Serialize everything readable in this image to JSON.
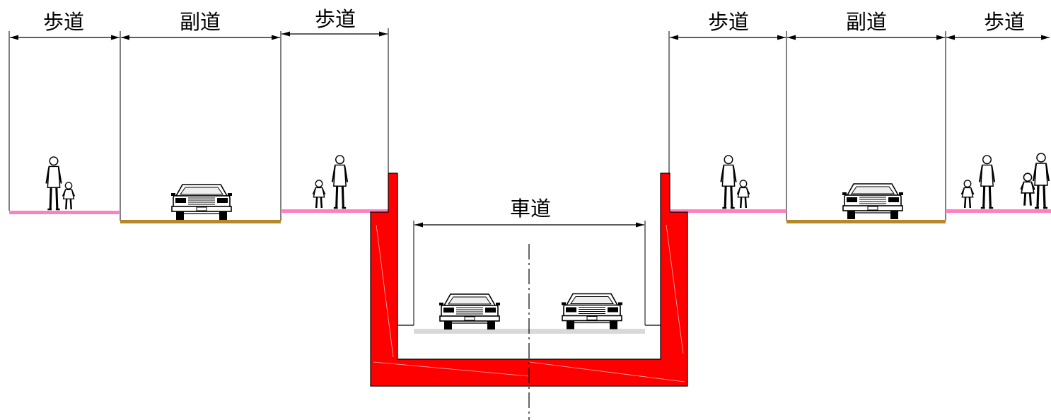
{
  "diagram": {
    "left": {
      "sidewalk_outer": "歩道",
      "side_road": "副道",
      "sidewalk_inner": "歩道"
    },
    "carriageway": "車道",
    "right": {
      "sidewalk_inner": "歩道",
      "side_road": "副道",
      "sidewalk_outer": "歩道"
    }
  },
  "colors": {
    "sidewalk": "#ff80c0",
    "side_road": "#b5892a",
    "structure": "#ff0000",
    "road_surface": "#d9d9d9"
  }
}
